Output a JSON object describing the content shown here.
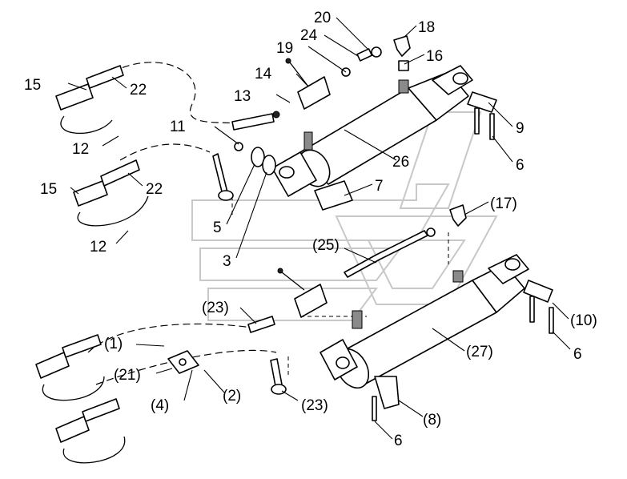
{
  "callouts": [
    {
      "text": "20"
    },
    {
      "text": "24"
    },
    {
      "text": "18"
    },
    {
      "text": "19"
    },
    {
      "text": "16"
    },
    {
      "text": "14"
    },
    {
      "text": "13"
    },
    {
      "text": "15"
    },
    {
      "text": "22"
    },
    {
      "text": "9"
    },
    {
      "text": "11"
    },
    {
      "text": "12"
    },
    {
      "text": "26"
    },
    {
      "text": "6"
    },
    {
      "text": "15"
    },
    {
      "text": "22"
    },
    {
      "text": "7"
    },
    {
      "text": "5"
    },
    {
      "text": "12"
    },
    {
      "text": "(17)"
    },
    {
      "text": "3"
    },
    {
      "text": "(25)"
    },
    {
      "text": "(23)"
    },
    {
      "text": "(10)"
    },
    {
      "text": "(1)"
    },
    {
      "text": "(27)"
    },
    {
      "text": "6"
    },
    {
      "text": "(21)"
    },
    {
      "text": "(4)"
    },
    {
      "text": "(2)"
    },
    {
      "text": "(23)"
    },
    {
      "text": "(8)"
    },
    {
      "text": "6"
    }
  ],
  "colors": {
    "line": "#000000",
    "watermark": "#c8c8c8",
    "background": "#ffffff"
  }
}
